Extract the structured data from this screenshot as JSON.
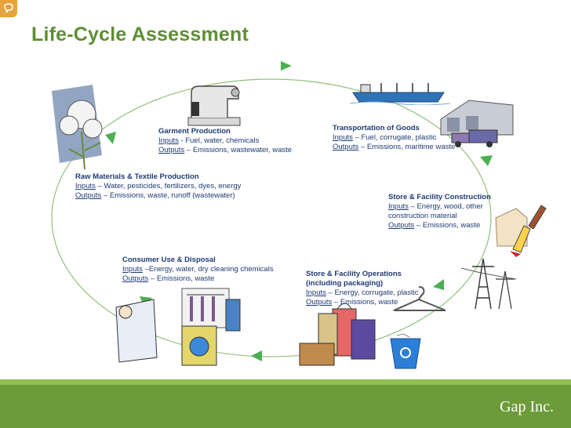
{
  "title": "Life-Cycle Assessment",
  "brand": "Gap Inc.",
  "stages": {
    "garment": {
      "title": "Garment Production",
      "inputs_label": "Inputs",
      "inputs_text": " - Fuel, water, chemicals",
      "outputs_label": "Outputs",
      "outputs_text": " – Emissions, wastewater, waste"
    },
    "transport": {
      "title": "Transportation of Goods",
      "inputs_label": "Inputs",
      "inputs_text": " – Fuel, corrugate, plastic",
      "outputs_label": "Outputs",
      "outputs_text": " – Emissions, maritime waste"
    },
    "raw": {
      "title": "Raw Materials & Textile Production",
      "inputs_label": "Inputs",
      "inputs_text": " – Water, pesticides, fertilizers, dyes, energy",
      "outputs_label": "Outputs",
      "outputs_text": " – Emissions, waste, runoff (wastewater)"
    },
    "construction": {
      "title": "Store & Facility Construction",
      "inputs_label": "Inputs",
      "inputs_text": " – Energy, wood, other",
      "inputs_text_2": "construction material",
      "outputs_label": "Outputs",
      "outputs_text": " – Emissions, waste"
    },
    "consumer": {
      "title": "Consumer Use & Disposal",
      "inputs_label": "Inputs",
      "inputs_text": " –Energy, water, dry cleaning chemicals",
      "outputs_label": "Outputs",
      "outputs_text": " – Emissions, waste"
    },
    "operations": {
      "title": "Store & Facility Operations",
      "title_2": "(including packaging)",
      "inputs_label": "Inputs",
      "inputs_text": " – Energy, corrugate, plastic",
      "outputs_label": "Outputs",
      "outputs_text": " – Emissions, waste"
    }
  },
  "colors": {
    "title": "#5e8f32",
    "text": "#1f3a73",
    "cycle_line": "#8fc17a",
    "arrow": "#4caf50",
    "footer": "#6d9b3a"
  }
}
